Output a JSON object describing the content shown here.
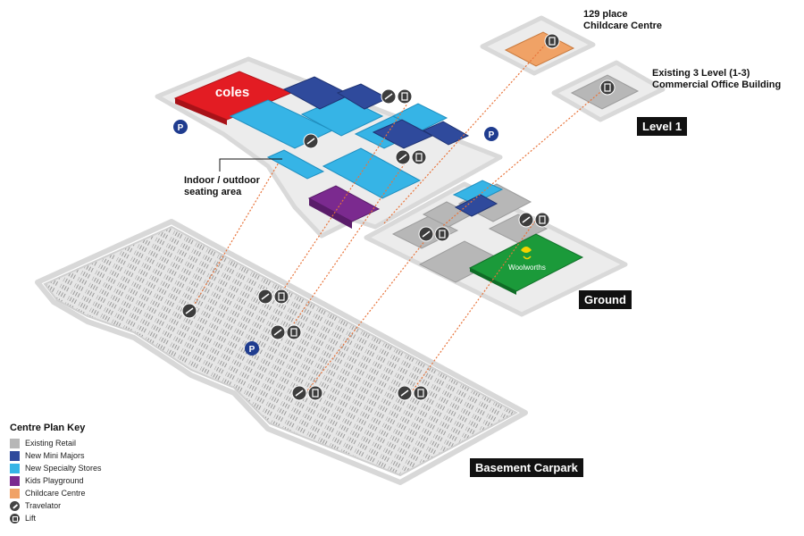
{
  "labels": {
    "childcare": [
      "129 place",
      "Childcare Centre"
    ],
    "office": [
      "Existing 3 Level (1-3)",
      "Commercial Office Building"
    ],
    "seating": [
      "Indoor / outdoor",
      "seating area"
    ]
  },
  "stores": {
    "coles": "coles",
    "woolworths": "Woolworths"
  },
  "levels": {
    "level1": "Level 1",
    "ground": "Ground",
    "basement": "Basement Carpark"
  },
  "parking_symbol": "P",
  "colors": {
    "existing_retail": "#b7b7b7",
    "mini_majors": "#2f4a9c",
    "specialty": "#36b4e6",
    "playground": "#7b2a8f",
    "childcare": "#f0a266",
    "coles_red": "#e31c23",
    "woolworths_green": "#1b9a3a",
    "parking_blue": "#1f3c8f",
    "connector": "#e8743b"
  },
  "key": {
    "title": "Centre Plan Key",
    "items": [
      {
        "label": "Existing Retail",
        "type": "swatch",
        "color": "#b7b7b7"
      },
      {
        "label": "New Mini Majors",
        "type": "swatch",
        "color": "#2f4a9c"
      },
      {
        "label": "New Specialty Stores",
        "type": "swatch",
        "color": "#36b4e6"
      },
      {
        "label": "Kids Playground",
        "type": "swatch",
        "color": "#7b2a8f"
      },
      {
        "label": "Childcare Centre",
        "type": "swatch",
        "color": "#f0a266"
      },
      {
        "label": "Travelator",
        "type": "travelator-icon"
      },
      {
        "label": "Lift",
        "type": "lift-icon"
      }
    ]
  }
}
